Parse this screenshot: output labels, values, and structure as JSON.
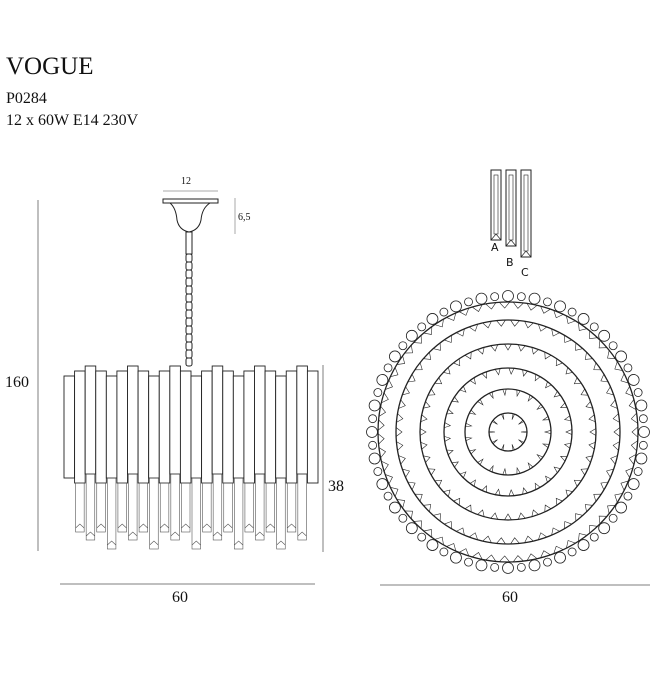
{
  "header": {
    "title": "VOGUE",
    "code": "P0284",
    "spec": "12 x 60W E14 230V"
  },
  "dimensions": {
    "canopy_width": "12",
    "canopy_height": "6,5",
    "total_height": "160",
    "body_height": "38",
    "side_width": "60",
    "top_diameter": "60"
  },
  "crystals": [
    {
      "label": "A"
    },
    {
      "label": "B"
    },
    {
      "label": "C"
    }
  ],
  "colors": {
    "line": "#222222",
    "dim_line": "#aaaaaa"
  }
}
